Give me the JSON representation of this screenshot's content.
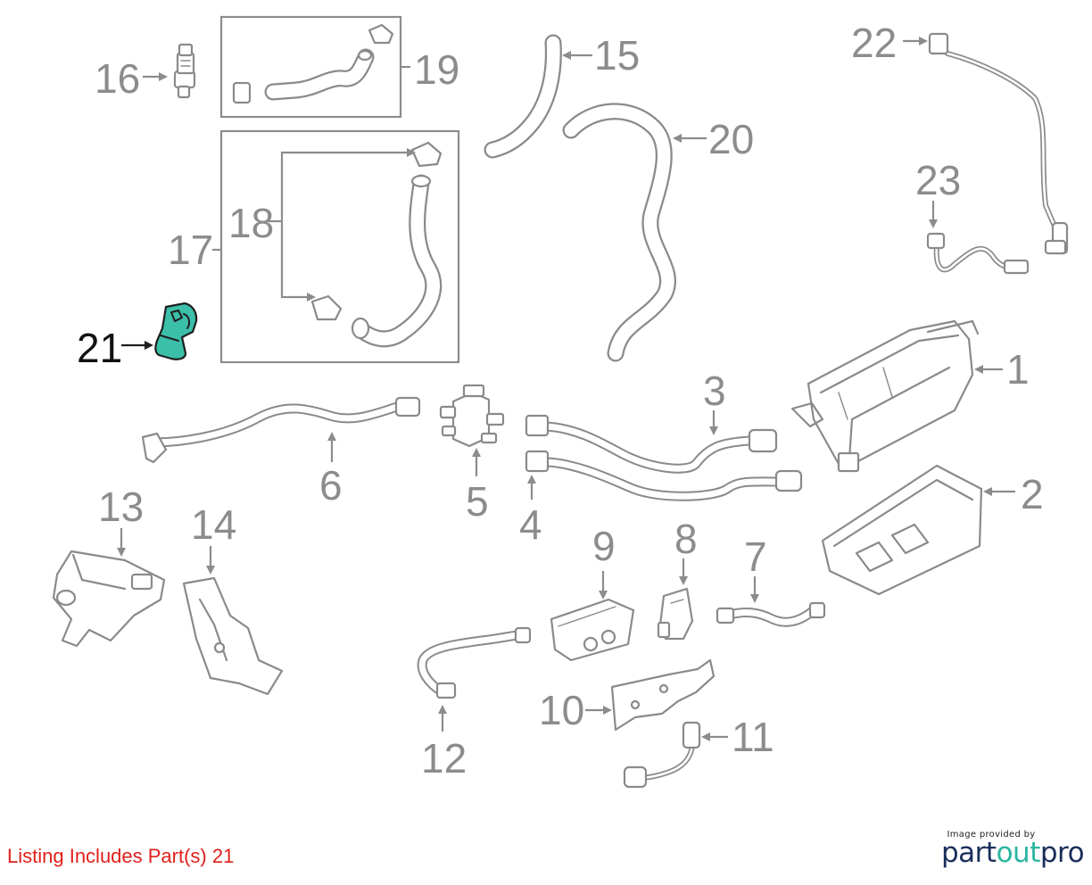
{
  "callouts": [
    "1",
    "2",
    "3",
    "4",
    "5",
    "6",
    "7",
    "8",
    "9",
    "10",
    "11",
    "12",
    "13",
    "14",
    "15",
    "16",
    "17",
    "18",
    "19",
    "20",
    "21",
    "22",
    "23"
  ],
  "highlighted_callout": "21",
  "listing_text": "Listing Includes Part(s) 21",
  "credit": {
    "small_text": "Image provided by",
    "brand_part1": "part",
    "brand_part2": "out",
    "brand_part3": "pro"
  },
  "colors": {
    "callout_gray": "#8c8c8c",
    "highlight_part": "#3bbfa9",
    "highlight_callout": "#111111",
    "listing_red": "#e0201c",
    "brand_navy": "#1a2e5a",
    "brand_teal": "#2bb5a0"
  }
}
